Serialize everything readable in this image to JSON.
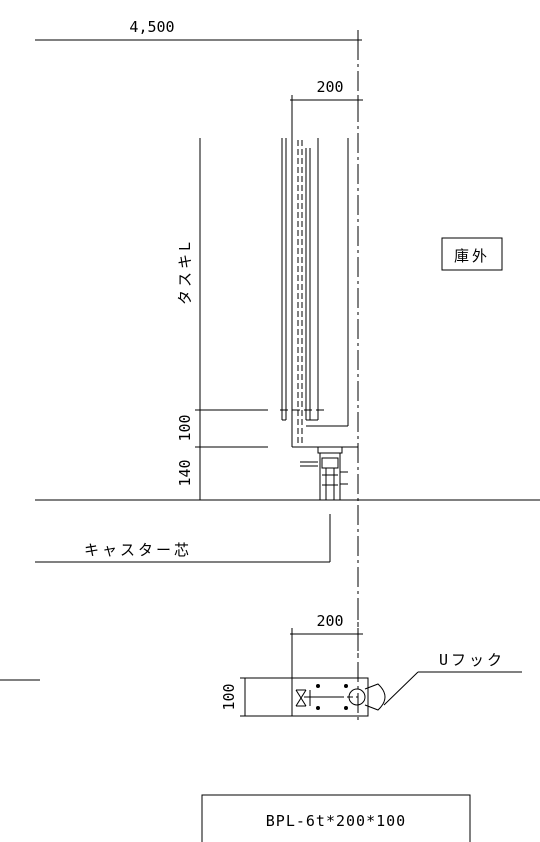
{
  "dimensions": {
    "overall_width": "4,500",
    "width_top": "200",
    "width_plan": "200",
    "height_100": "100",
    "height_140": "140",
    "plate_width": "100"
  },
  "labels": {
    "tasuki_l": "タスキL",
    "kogai": "庫外",
    "caster_center": "キャスター芯",
    "u_hook": "Uフック"
  },
  "spec_box": {
    "text": "BPL-6t*200*100"
  }
}
